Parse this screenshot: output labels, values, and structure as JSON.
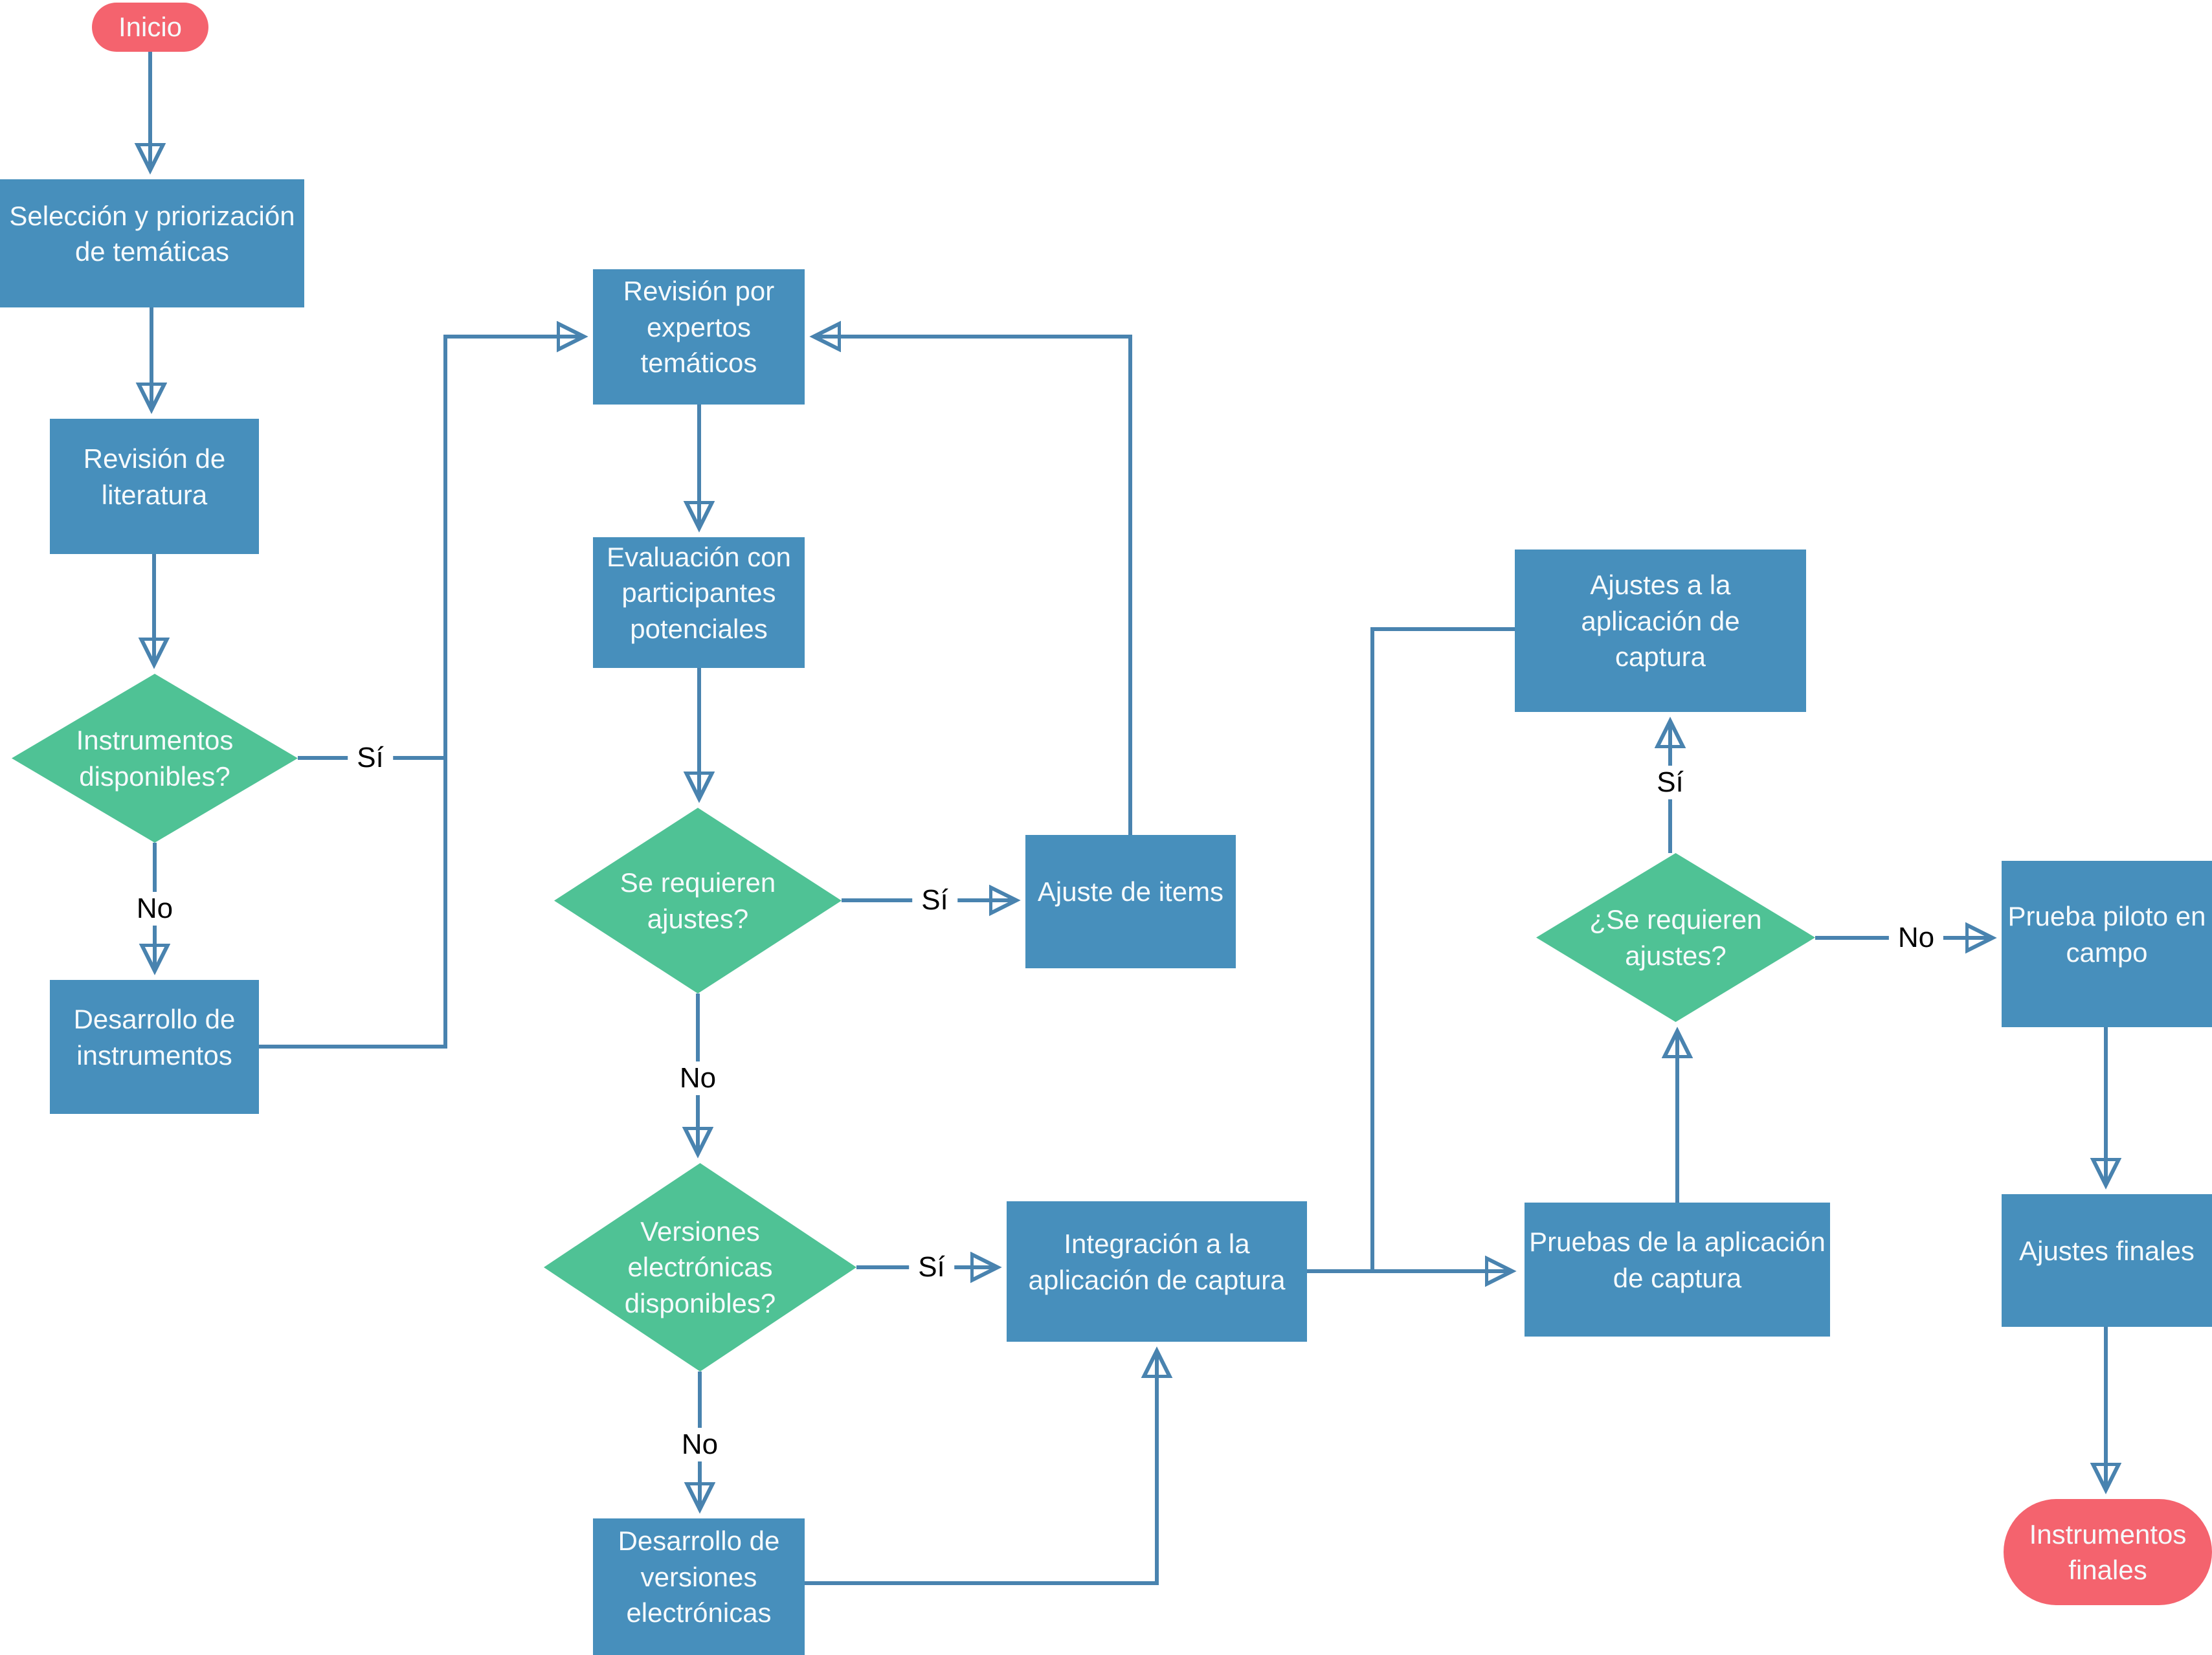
{
  "diagram": {
    "language": "es",
    "type": "flowchart",
    "colors": {
      "process_fill": "#478FBC",
      "decision_fill": "#4FC295",
      "terminator_fill": "#F4636E",
      "connector": "#4983AF",
      "node_text": "#F6FAFC",
      "label_text": "#000000",
      "background": "#FFFFFF"
    },
    "nodes": {
      "inicio": {
        "type": "terminator",
        "label": "Inicio"
      },
      "seleccion": {
        "type": "process",
        "label": "Selección y priorización\nde temáticas"
      },
      "revision_literatura": {
        "type": "process",
        "label": "Revisión de\nliteratura"
      },
      "instrumentos_disponibles": {
        "type": "decision",
        "label": "Instrumentos\ndisponibles?"
      },
      "desarrollo_instrumentos": {
        "type": "process",
        "label": "Desarrollo de\ninstrumentos"
      },
      "revision_expertos": {
        "type": "process",
        "label": "Revisión por\nexpertos\ntemáticos"
      },
      "evaluacion_participantes": {
        "type": "process",
        "label": "Evaluación con\nparticipantes\npotenciales"
      },
      "se_requieren_ajustes": {
        "type": "decision",
        "label": "Se requieren\najustes?"
      },
      "ajuste_items": {
        "type": "process",
        "label": "Ajuste de items"
      },
      "versiones_electronicas": {
        "type": "decision",
        "label": "Versiones\nelectrónicas\ndisponibles?"
      },
      "integracion_aplicacion": {
        "type": "process",
        "label": "Integración a la\naplicación de captura"
      },
      "desarrollo_versiones": {
        "type": "process",
        "label": "Desarrollo de\nversiones\nelectrónicas"
      },
      "ajustes_aplicacion": {
        "type": "process",
        "label": "Ajustes a la\naplicación de\ncaptura"
      },
      "se_requieren_ajustes_app": {
        "type": "decision",
        "label": "¿Se requieren\najustes?"
      },
      "pruebas_aplicacion": {
        "type": "process",
        "label": "Pruebas de la aplicación\nde captura"
      },
      "prueba_piloto": {
        "type": "process",
        "label": "Prueba piloto en\ncampo"
      },
      "ajustes_finales": {
        "type": "process",
        "label": "Ajustes finales"
      },
      "instrumentos_finales": {
        "type": "terminator",
        "label": "Instrumentos\nfinales"
      }
    },
    "edge_labels": {
      "si_instrumentos": "Sí",
      "no_instrumentos": "No",
      "si_ajuste_items": "Sí",
      "no_ajuste_items": "No",
      "si_versiones": "Sí",
      "no_versiones": "No",
      "si_ajustes_app": "Sí",
      "no_ajustes_app": "No"
    },
    "edges": [
      {
        "from": "inicio",
        "to": "seleccion",
        "label": ""
      },
      {
        "from": "seleccion",
        "to": "revision_literatura",
        "label": ""
      },
      {
        "from": "revision_literatura",
        "to": "instrumentos_disponibles",
        "label": ""
      },
      {
        "from": "instrumentos_disponibles",
        "to": "revision_expertos",
        "label": "Sí"
      },
      {
        "from": "instrumentos_disponibles",
        "to": "desarrollo_instrumentos",
        "label": "No"
      },
      {
        "from": "desarrollo_instrumentos",
        "to": "revision_expertos",
        "label": ""
      },
      {
        "from": "revision_expertos",
        "to": "evaluacion_participantes",
        "label": ""
      },
      {
        "from": "evaluacion_participantes",
        "to": "se_requieren_ajustes",
        "label": ""
      },
      {
        "from": "se_requieren_ajustes",
        "to": "ajuste_items",
        "label": "Sí"
      },
      {
        "from": "ajuste_items",
        "to": "revision_expertos",
        "label": ""
      },
      {
        "from": "se_requieren_ajustes",
        "to": "versiones_electronicas",
        "label": "No"
      },
      {
        "from": "versiones_electronicas",
        "to": "integracion_aplicacion",
        "label": "Sí"
      },
      {
        "from": "versiones_electronicas",
        "to": "desarrollo_versiones",
        "label": "No"
      },
      {
        "from": "desarrollo_versiones",
        "to": "integracion_aplicacion",
        "label": ""
      },
      {
        "from": "integracion_aplicacion",
        "to": "pruebas_aplicacion",
        "label": ""
      },
      {
        "from": "pruebas_aplicacion",
        "to": "se_requieren_ajustes_app",
        "label": ""
      },
      {
        "from": "se_requieren_ajustes_app",
        "to": "ajustes_aplicacion",
        "label": "Sí"
      },
      {
        "from": "ajustes_aplicacion",
        "to": "pruebas_aplicacion",
        "label": ""
      },
      {
        "from": "se_requieren_ajustes_app",
        "to": "prueba_piloto",
        "label": "No"
      },
      {
        "from": "prueba_piloto",
        "to": "ajustes_finales",
        "label": ""
      },
      {
        "from": "ajustes_finales",
        "to": "instrumentos_finales",
        "label": ""
      }
    ]
  }
}
